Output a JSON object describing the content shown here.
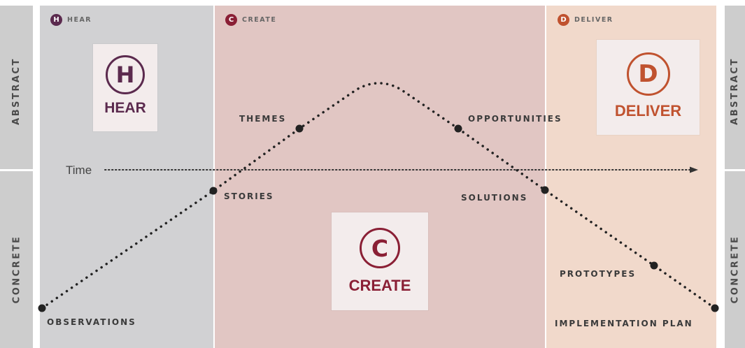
{
  "axis": {
    "abstract_label": "ABSTRACT",
    "concrete_label": "CONCRETE"
  },
  "phases": [
    {
      "key": "hear",
      "icon_letter": "H",
      "header": "HEAR",
      "card_word": "HEAR",
      "color": "#5b2a4e"
    },
    {
      "key": "create",
      "icon_letter": "C",
      "header": "CREATE",
      "card_word": "CREATE",
      "color": "#8a1f35"
    },
    {
      "key": "deliver",
      "icon_letter": "D",
      "header": "DELIVER",
      "card_word": "DELIVER",
      "color": "#c0522f"
    }
  ],
  "time_label": "Time",
  "stages": [
    "OBSERVATIONS",
    "STORIES",
    "THEMES",
    "OPPORTUNITIES",
    "SOLUTIONS",
    "PROTOTYPES",
    "IMPLEMENTATION PLAN"
  ],
  "colors": {
    "hear_band": "#d1d1d3",
    "create_band": "#e1c6c3",
    "deliver_band": "#f1d9cb",
    "side_band": "#cdcdcd",
    "curve": "#222222"
  }
}
